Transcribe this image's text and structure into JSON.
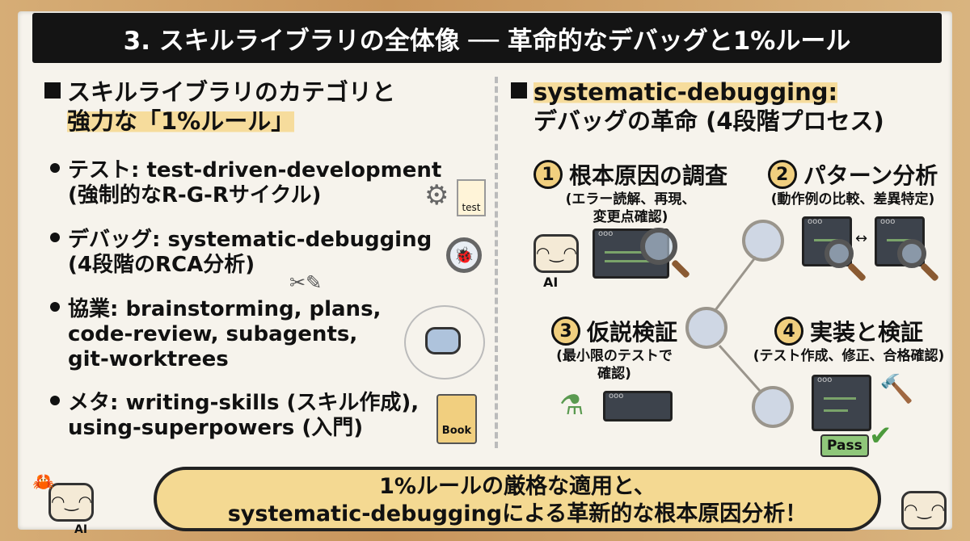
{
  "title": "3. スキルライブラリの全体像 ── 革命的なデバッグと1%ルール",
  "left": {
    "heading_line1": "スキルライブラリのカテゴリと",
    "heading_line2": "強力な「1%ルール」",
    "bullets": [
      {
        "line1": "テスト: test-driven-development",
        "line2": "(強制的なR-G-Rサイクル)"
      },
      {
        "line1": "デバッグ: systematic-debugging",
        "line2": "(4段階のRCA分析)"
      },
      {
        "line1": "協業: brainstorming, plans,",
        "line2": "code-review, subagents,",
        "line3": "git-worktrees"
      },
      {
        "line1": "メタ: writing-skills (スキル作成),",
        "line2": "using-superpowers (入門)"
      }
    ],
    "icon_labels": {
      "test": "test",
      "book": "Book",
      "ai": "AI"
    }
  },
  "right": {
    "heading_line1": "systematic-debugging:",
    "heading_line2": "デバッグの革命 (4段階プロセス)",
    "steps": [
      {
        "num": "1",
        "title": "根本原因の調査",
        "sub1": "(エラー読解、再現、",
        "sub2": "変更点確認)"
      },
      {
        "num": "2",
        "title": "パターン分析",
        "sub1": "(動作例の比較、差異特定)"
      },
      {
        "num": "3",
        "title": "仮説検証",
        "sub1": "(最小限のテストで",
        "sub2": "確認)"
      },
      {
        "num": "4",
        "title": "実装と検証",
        "sub1": "(テスト作成、修正、合格確認)"
      }
    ],
    "pass_label": "Pass",
    "ai_label": "AI"
  },
  "bubble": {
    "line1": "1%ルールの厳格な適用と、",
    "line2": "systematic-debuggingによる革新的な根本原因分析！"
  },
  "mascot_label": "AI"
}
